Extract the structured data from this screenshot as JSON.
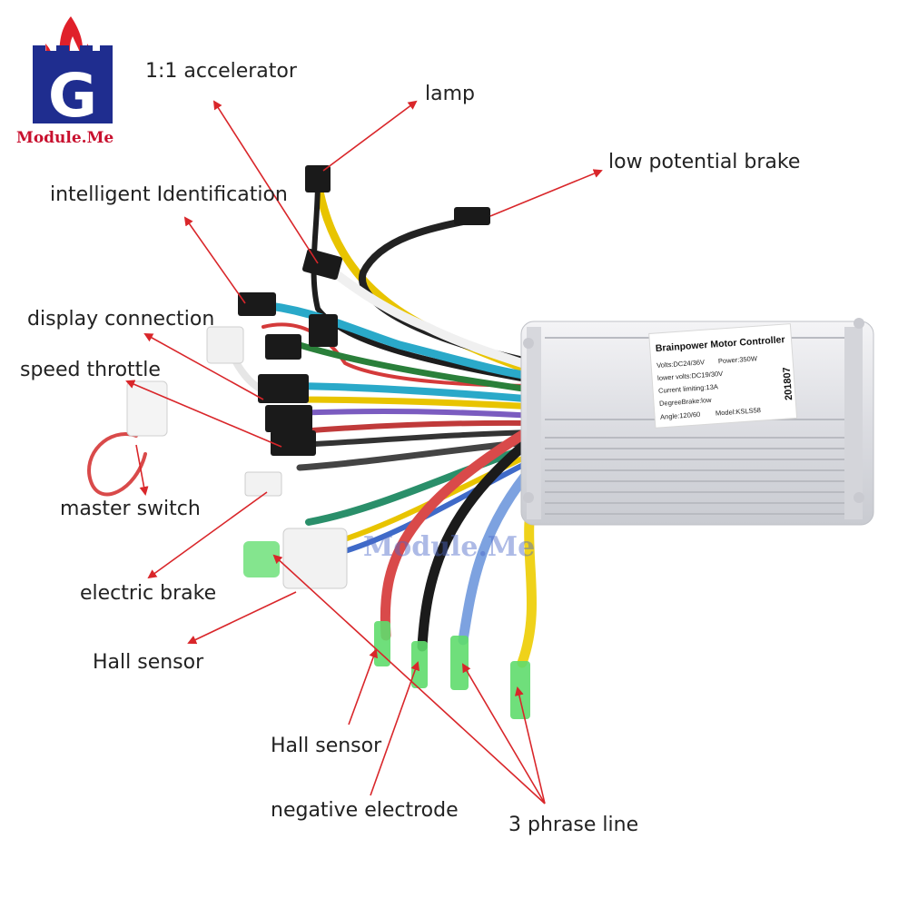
{
  "logo": {
    "brand_text": "Module.Me",
    "letter": "G",
    "colors": {
      "blue": "#1f2d8f",
      "red": "#d0121f",
      "flame": "#e0202a"
    }
  },
  "watermark": {
    "text": "Module.Me"
  },
  "controller": {
    "title": "Brainpower Motor Controller",
    "spec_volts": "Volts:DC24/36V",
    "spec_power": "Power:350W",
    "spec_lower_volts": "lower volts:DC19/30V",
    "spec_current": "Current limiting:13A",
    "spec_brake": "DegreeBrake:low",
    "spec_angle": "Angle:120/60",
    "spec_model": "Model:KSLS58",
    "date_code": "201807"
  },
  "labels": {
    "accelerator": "1:1 accelerator",
    "lamp": "lamp",
    "low_brake": "low potential brake",
    "intelligent_id": "intelligent Identification",
    "display_connection": "display connection",
    "speed_throttle": "speed throttle",
    "master_switch": "master switch",
    "electric_brake": "electric brake",
    "hall_sensor_left": "Hall sensor",
    "hall_sensor_bottom": "Hall sensor",
    "negative_electrode": "negative electrode",
    "phase_line": "3 phrase line"
  },
  "colors": {
    "arrow": "#d9262a",
    "label_text": "#222222"
  }
}
